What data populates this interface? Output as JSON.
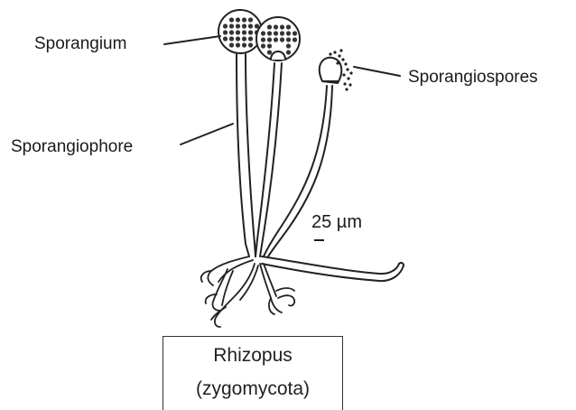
{
  "labels": {
    "sporangium": "Sporangium",
    "sporangiophore": "Sporangiophore",
    "sporangiospores": "Sporangiospores"
  },
  "scale_bar": {
    "text": "25 µm"
  },
  "caption": {
    "line1": "Rhizopus",
    "line2": "(zygomycota)"
  },
  "colors": {
    "ink": "#1a1a1a",
    "background": "#ffffff"
  }
}
